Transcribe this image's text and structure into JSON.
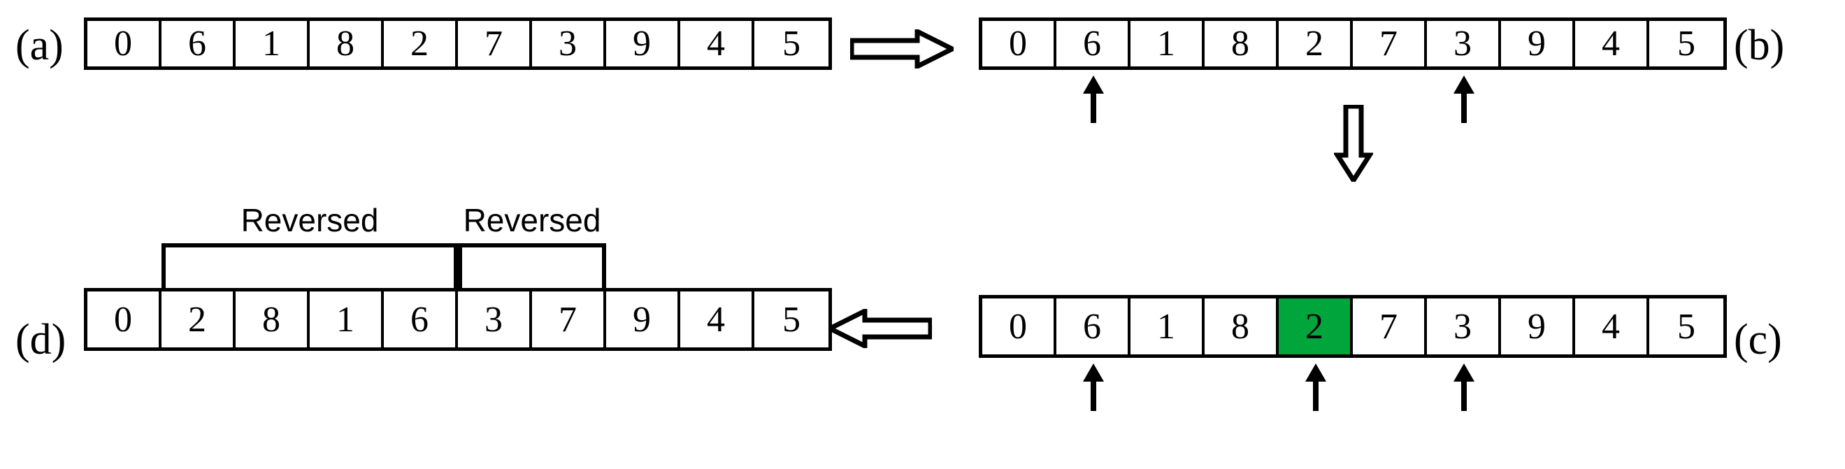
{
  "figure": {
    "green_highlight_color": "#00a63c",
    "ink_color": "#000000",
    "background_color": "#ffffff"
  },
  "panels": {
    "a": {
      "label": "(a)",
      "label_side": "left",
      "values": [
        "0",
        "6",
        "1",
        "8",
        "2",
        "7",
        "3",
        "9",
        "4",
        "5"
      ],
      "pointers": [],
      "brackets": []
    },
    "b": {
      "label": "(b)",
      "label_side": "right",
      "values": [
        "0",
        "6",
        "1",
        "8",
        "2",
        "7",
        "3",
        "9",
        "4",
        "5"
      ],
      "pointers": [
        1,
        6
      ],
      "brackets": []
    },
    "c": {
      "label": "(c)",
      "label_side": "right",
      "values": [
        "0",
        "6",
        "1",
        "8",
        "2",
        "7",
        "3",
        "9",
        "4",
        "5"
      ],
      "highlighted_index": 4,
      "highlighted_value": "2",
      "pointers": [
        1,
        4,
        6
      ],
      "brackets": []
    },
    "d": {
      "label": "(d)",
      "label_side": "left",
      "values": [
        "0",
        "2",
        "8",
        "1",
        "6",
        "3",
        "7",
        "9",
        "4",
        "5"
      ],
      "pointers": [],
      "brackets": [
        {
          "label": "Reversed",
          "start_index": 1,
          "end_index": 4
        },
        {
          "label": "Reversed",
          "start_index": 5,
          "end_index": 6
        }
      ]
    }
  },
  "flow_arrows": [
    {
      "name": "a-to-b",
      "direction": "right"
    },
    {
      "name": "b-to-c",
      "direction": "down"
    },
    {
      "name": "c-to-d",
      "direction": "left"
    }
  ]
}
